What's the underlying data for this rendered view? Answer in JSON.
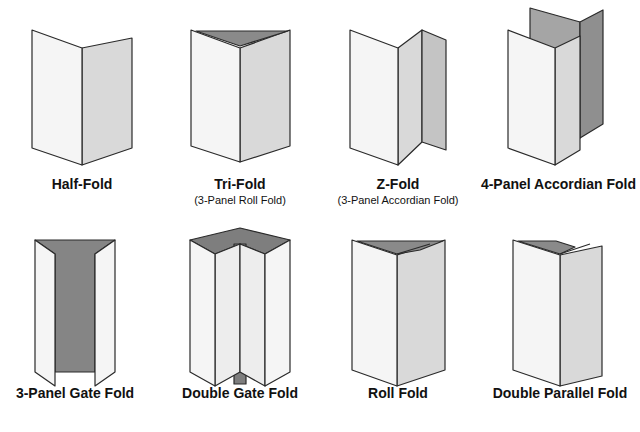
{
  "diagram": {
    "labels": [
      "Half-Fold",
      "Tri-Fold",
      "(3-Panel Roll Fold)",
      "Z-Fold",
      "(3-Panel Accordian Fold)",
      "4-Panel Accordian Fold",
      "3-Panel Gate Fold",
      "Double Gate Fold",
      "Roll Fold",
      "Double Parallel Fold"
    ]
  }
}
